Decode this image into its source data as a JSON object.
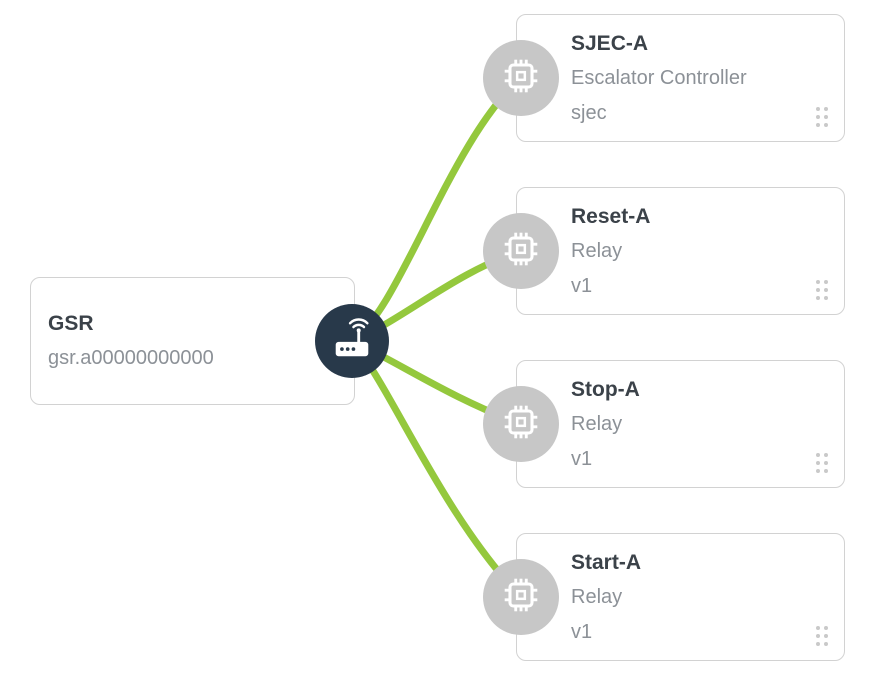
{
  "colors": {
    "edge": "#94c83d",
    "hub_bg": "#28394a",
    "device_circle_bg": "#c7c7c7",
    "icon_fg": "#ffffff",
    "card_border": "#d2d2d2",
    "card_bg": "#ffffff",
    "title": "#3b4249",
    "subtitle": "#8c9197",
    "handle_dot": "#c9c9c9",
    "canvas_bg": "#ffffff"
  },
  "gateway": {
    "title": "GSR",
    "subtitle": "gsr.a00000000000",
    "icon": "router-wifi-icon"
  },
  "devices": [
    {
      "title": "SJEC-A",
      "type": "Escalator Controller",
      "version": "sjec",
      "icon": "chip-icon",
      "handle_icon": "drag-handle-icon"
    },
    {
      "title": "Reset-A",
      "type": "Relay",
      "version": "v1",
      "icon": "chip-icon",
      "handle_icon": "drag-handle-icon"
    },
    {
      "title": "Stop-A",
      "type": "Relay",
      "version": "v1",
      "icon": "chip-icon",
      "handle_icon": "drag-handle-icon"
    },
    {
      "title": "Start-A",
      "type": "Relay",
      "version": "v1",
      "icon": "chip-icon",
      "handle_icon": "drag-handle-icon"
    }
  ]
}
